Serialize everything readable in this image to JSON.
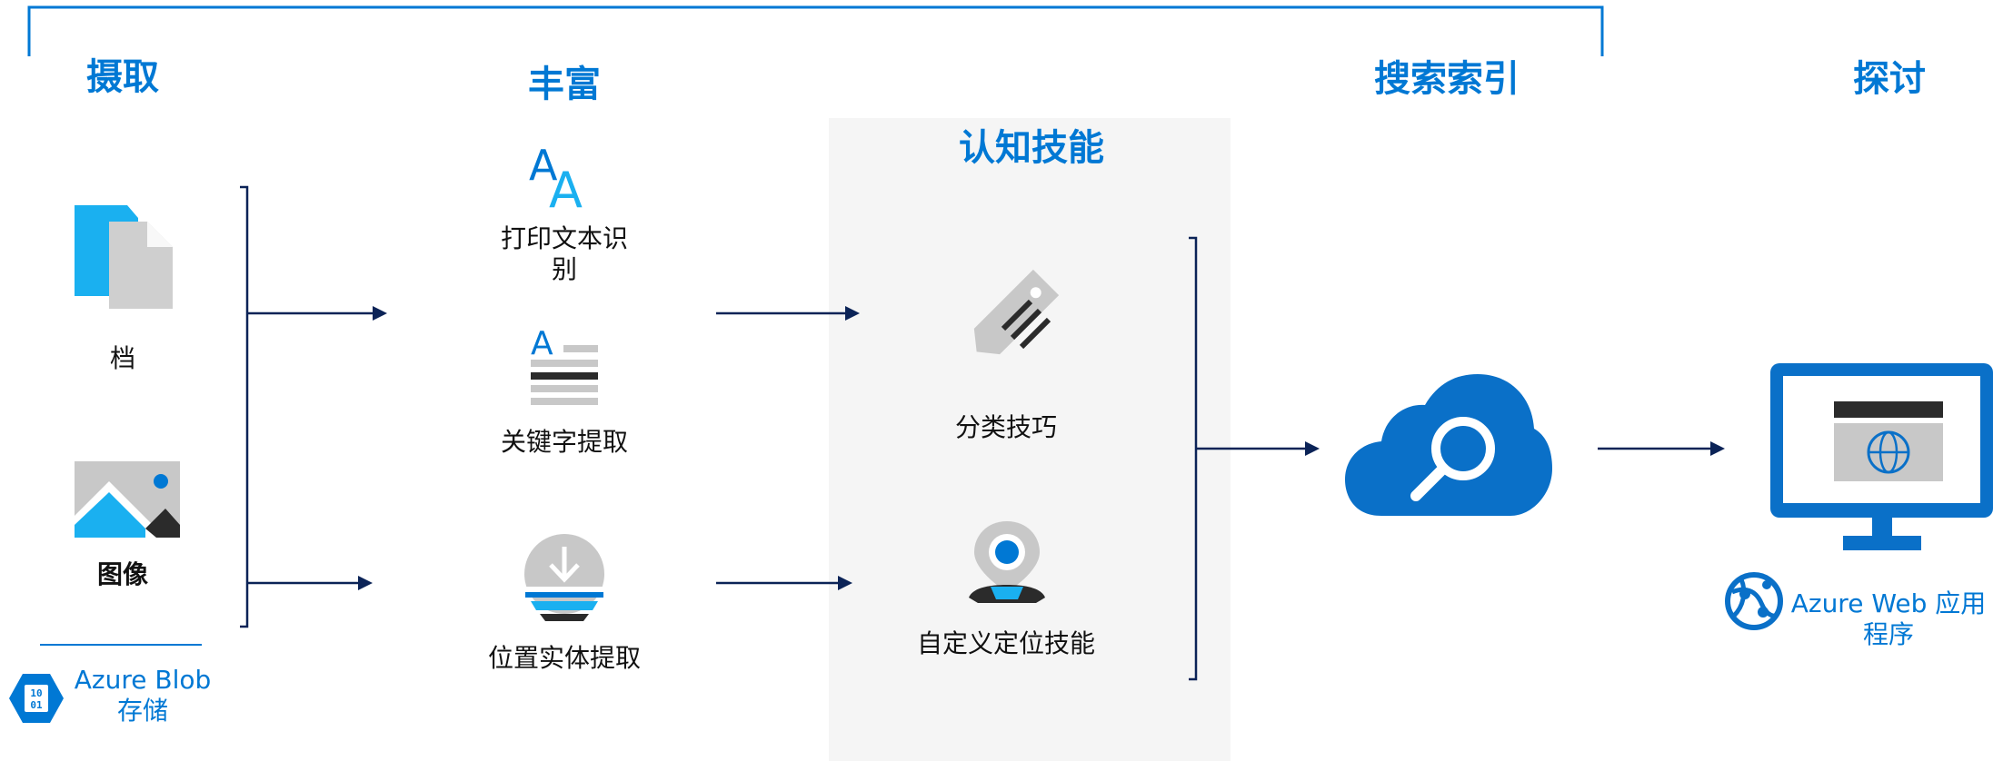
{
  "headings": {
    "ingest": "摄取",
    "enrich": "丰富",
    "cognitive_skills": "认知技能",
    "search_index": "搜索索引",
    "explore": "探讨"
  },
  "ingest": {
    "documents_label": "档",
    "images_label": "图像",
    "storage_label_line1": "Azure Blob",
    "storage_label_line2": "存储"
  },
  "enrich": {
    "ocr_label_line1": "打印文本识",
    "ocr_label_line2": "别",
    "keyphrase_label": "关键字提取",
    "location_label": "位置实体提取"
  },
  "skills": {
    "classify_label": "分类技巧",
    "custom_location_label": "自定义定位技能"
  },
  "explore": {
    "webapp_label_line1": "Azure Web 应用",
    "webapp_label_line2": "程序"
  },
  "colors": {
    "accent": "#0078d4",
    "light_blue": "#1ab0f0",
    "arrow": "#0b2357",
    "gray": "#c8c8c8",
    "dark": "#2b2b2b"
  }
}
